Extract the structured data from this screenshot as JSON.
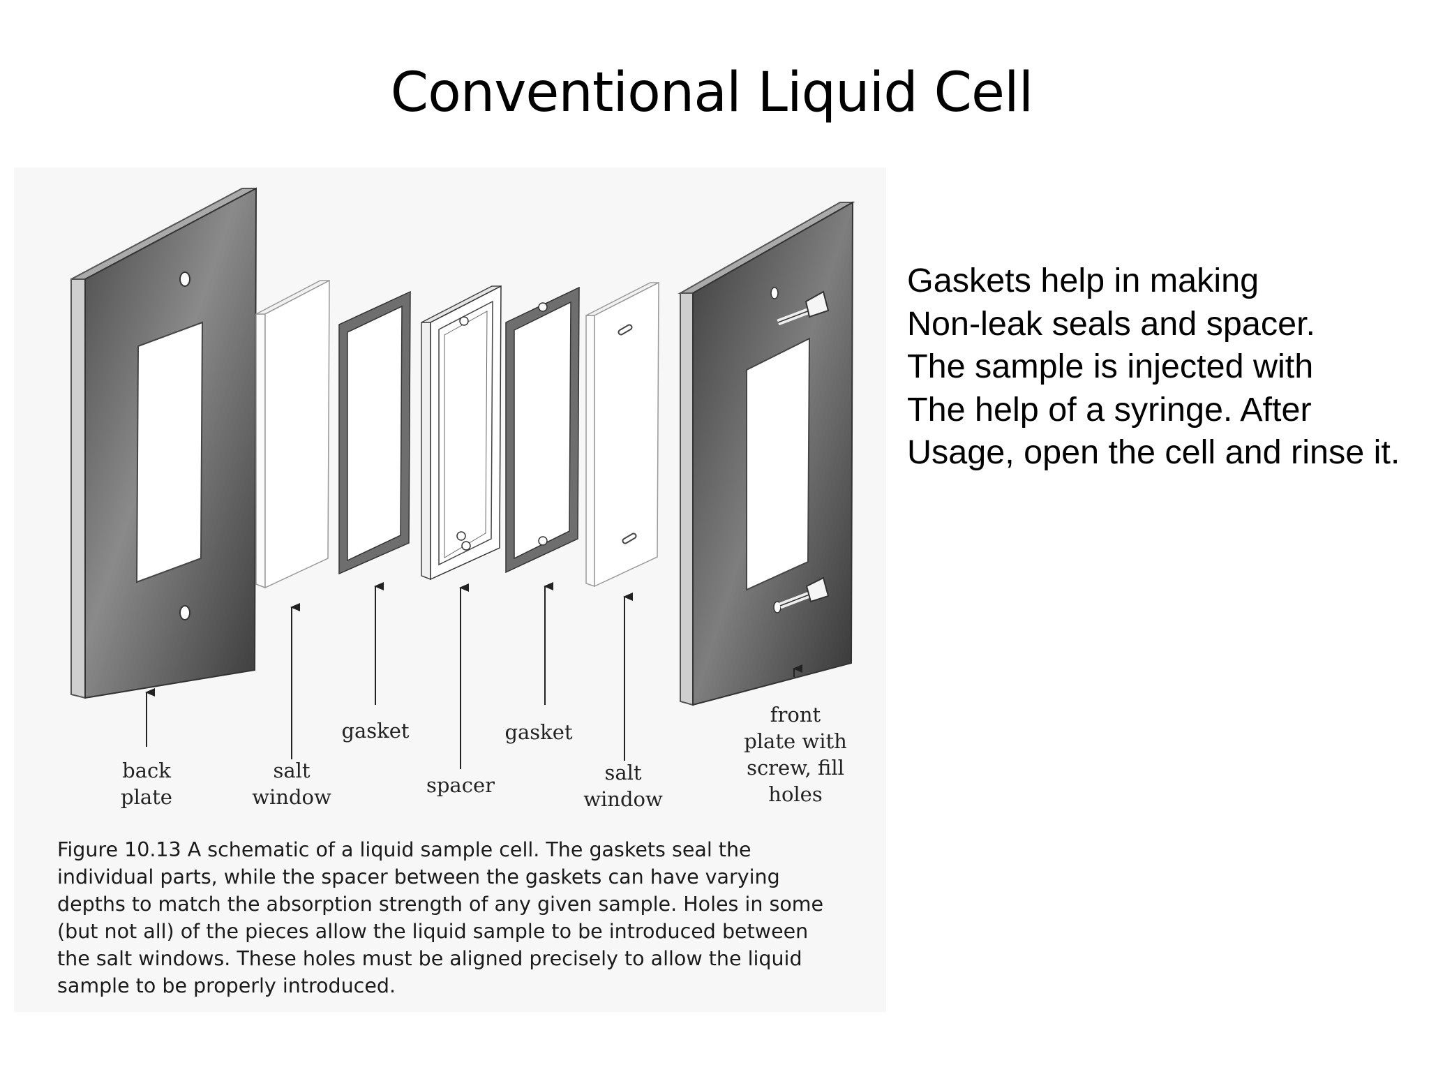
{
  "title": "Conventional Liquid Cell",
  "parts": {
    "back_plate": "back\nplate",
    "salt_window_1": "salt\nwindow",
    "gasket_1": "gasket",
    "spacer": "spacer",
    "gasket_2": "gasket",
    "salt_window_2": "salt\nwindow",
    "front_plate": "front\nplate with\nscrew, fill\nholes"
  },
  "caption": "Figure 10.13 A schematic of a liquid sample cell. The gaskets seal the individual parts, while the spacer between the gaskets can have varying depths to match the absorption strength of any given sample. Holes in some (but not all) of the pieces allow the liquid sample to be introduced between the salt windows. These holes must be aligned precisely to allow the liquid sample to be properly introduced.",
  "notes": [
    "Gaskets help in making",
    "Non-leak seals and spacer.",
    "The sample is injected with",
    "The help of a syringe. After",
    "Usage, open the cell and rinse it."
  ]
}
